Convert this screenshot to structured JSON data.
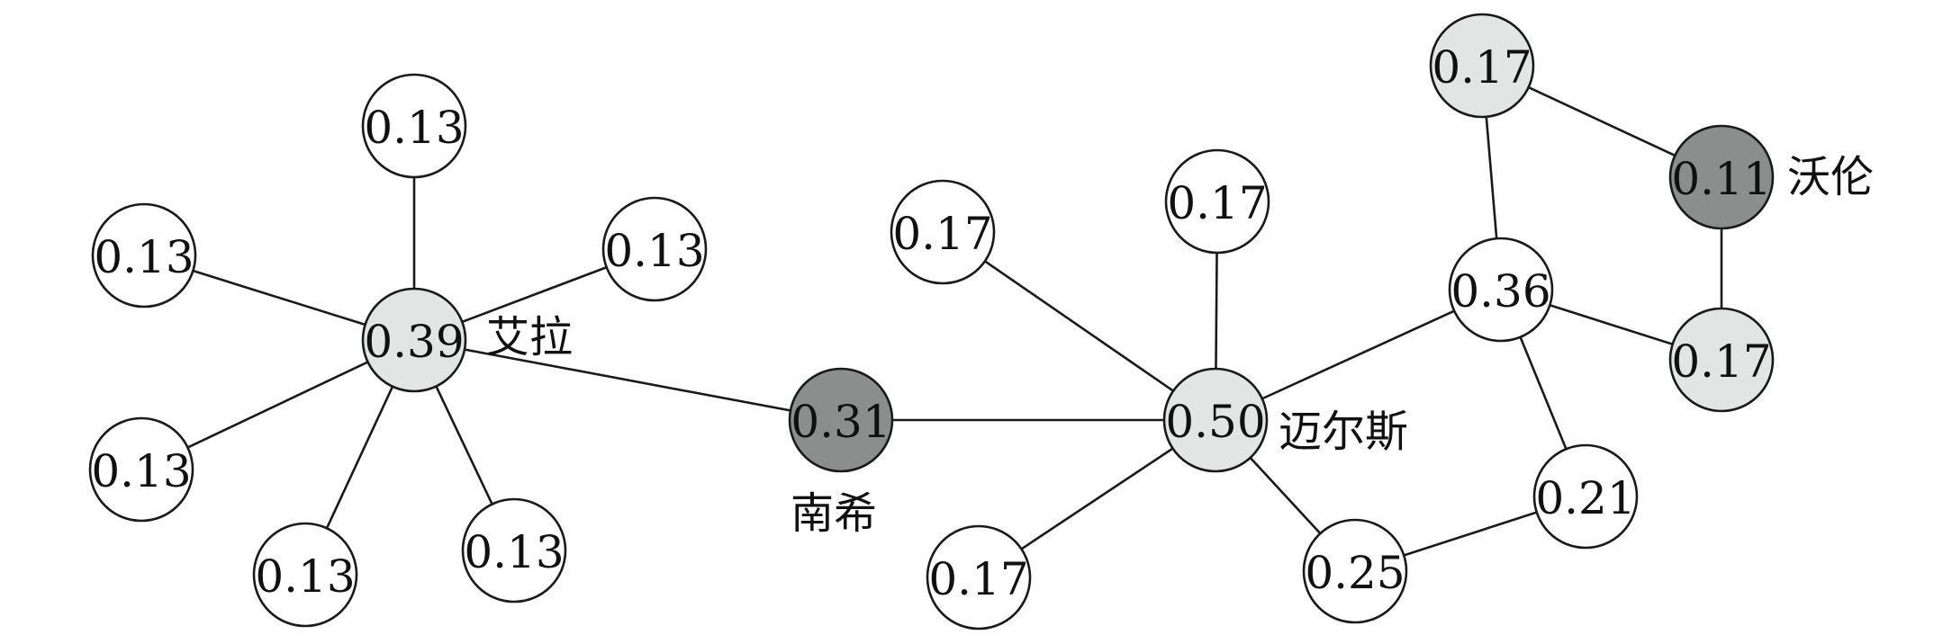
{
  "colors": {
    "white": "#ffffff",
    "light": "#e3e4e4",
    "dark": "#8c8d8d",
    "stroke": "#1a1a1a"
  },
  "nodes": [
    {
      "id": "ella",
      "value": "0.39",
      "fill": "light",
      "name": "艾拉"
    },
    {
      "id": "ella-n1",
      "value": "0.13",
      "fill": "white"
    },
    {
      "id": "ella-n2",
      "value": "0.13",
      "fill": "white"
    },
    {
      "id": "ella-n3",
      "value": "0.13",
      "fill": "white"
    },
    {
      "id": "ella-n4",
      "value": "0.13",
      "fill": "white"
    },
    {
      "id": "ella-n5",
      "value": "0.13",
      "fill": "white"
    },
    {
      "id": "ella-n6",
      "value": "0.13",
      "fill": "white"
    },
    {
      "id": "nancy",
      "value": "0.31",
      "fill": "dark",
      "name": "南希"
    },
    {
      "id": "myles",
      "value": "0.50",
      "fill": "light",
      "name": "迈尔斯"
    },
    {
      "id": "myles-n1",
      "value": "0.17",
      "fill": "white"
    },
    {
      "id": "myles-n2",
      "value": "0.17",
      "fill": "white"
    },
    {
      "id": "myles-n3",
      "value": "0.17",
      "fill": "white"
    },
    {
      "id": "hub36",
      "value": "0.36",
      "fill": "white"
    },
    {
      "id": "top17",
      "value": "0.17",
      "fill": "light"
    },
    {
      "id": "warren",
      "value": "0.11",
      "fill": "dark",
      "name": "沃伦"
    },
    {
      "id": "right17",
      "value": "0.17",
      "fill": "light"
    },
    {
      "id": "n25",
      "value": "0.25",
      "fill": "white"
    },
    {
      "id": "n21",
      "value": "0.21",
      "fill": "white"
    }
  ],
  "edges": [
    [
      "ella",
      "ella-n1"
    ],
    [
      "ella",
      "ella-n2"
    ],
    [
      "ella",
      "ella-n3"
    ],
    [
      "ella",
      "ella-n4"
    ],
    [
      "ella",
      "ella-n5"
    ],
    [
      "ella",
      "ella-n6"
    ],
    [
      "ella",
      "nancy"
    ],
    [
      "nancy",
      "myles"
    ],
    [
      "myles",
      "myles-n1"
    ],
    [
      "myles",
      "myles-n2"
    ],
    [
      "myles",
      "myles-n3"
    ],
    [
      "myles",
      "hub36"
    ],
    [
      "myles",
      "n25"
    ],
    [
      "hub36",
      "top17"
    ],
    [
      "hub36",
      "right17"
    ],
    [
      "hub36",
      "n21"
    ],
    [
      "top17",
      "warren"
    ],
    [
      "warren",
      "right17"
    ],
    [
      "n25",
      "n21"
    ]
  ]
}
